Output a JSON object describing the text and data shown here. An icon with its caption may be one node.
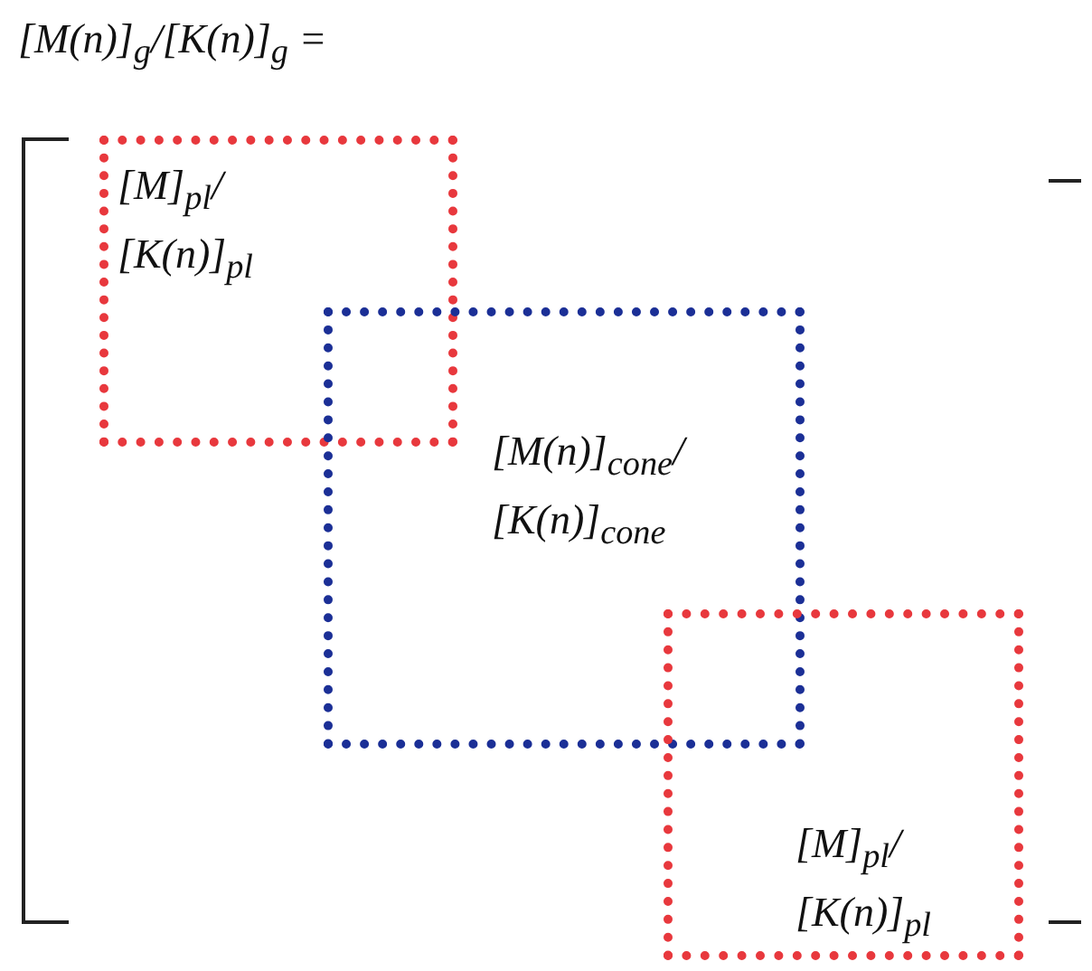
{
  "diagram": {
    "title": "[M(n)]$_{g}$/[K(n)]$_{g}$ =",
    "nodes": [
      {
        "text": [
          "[M]$_{pl}$/ [K(n)]$_{pl}$"
        ]
      },
      {
        "text": [
          "[M(n)]$_{cone}$/ [K(n)]$_{cone}$"
        ]
      },
      {
        "text": [
          "[M]$_{pl}$/ [K(n)]$_{pl}$"
        ]
      }
    ],
    "edges": []
  }
}
